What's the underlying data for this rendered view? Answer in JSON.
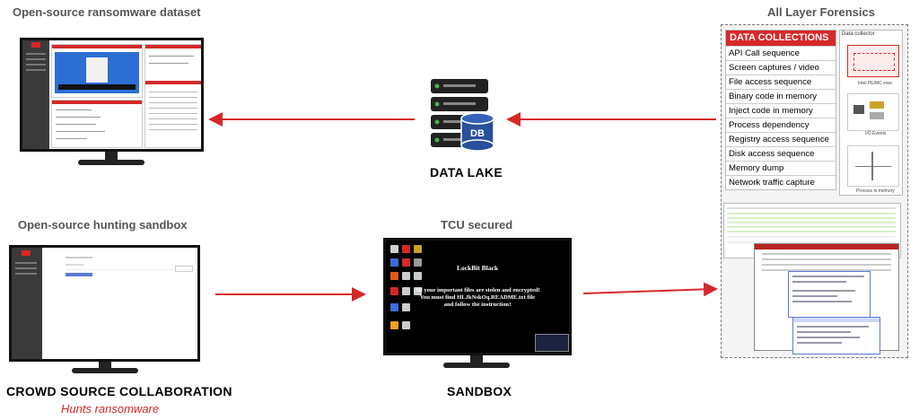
{
  "labels": {
    "top_left": "Open-source ransomware dataset",
    "top_right": "All Layer Forensics",
    "mid_left": "Open-source hunting sandbox",
    "mid_center": "TCU secured",
    "data_lake": "DATA LAKE",
    "db": "DB",
    "crowd": "CROWD SOURCE COLLABORATION",
    "crowd_sub": "Hunts ransomware",
    "sandbox": "SANDBOX"
  },
  "data_collections": {
    "title": "DATA COLLECTIONS",
    "items": [
      "API Call sequence",
      "Screen captures / video",
      "File access sequence",
      "Binary code in memory",
      "Inject code in memory",
      "Process dependency",
      "Registry access sequence",
      "Disk access sequence",
      "Memory dump",
      "Network traffic capture"
    ]
  },
  "side_panels": {
    "collector": "Data collector",
    "pe_exec": "Intel PE/MC exec",
    "io": "I/O Events",
    "process": "Process in memory"
  },
  "ransom_screen": {
    "title": "LockBit Black",
    "line1": "All your important files are stolen and encrypted!",
    "line2": "You must find HLJkNskOq.README.txt file",
    "line3": "and follow the instruction!"
  },
  "colors": {
    "accent": "#d62828",
    "arrow": "#d62828",
    "server": "#222222",
    "db": "#2a4f9c"
  }
}
